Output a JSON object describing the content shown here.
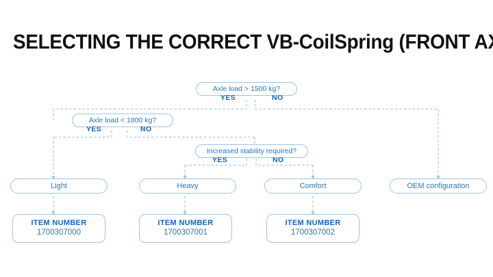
{
  "title": "SELECTING THE CORRECT VB-CoilSpring (FRONT AXLE)",
  "colors": {
    "border": "#9dc3e6",
    "text_blue": "#2e75b6",
    "label_blue": "#0a66c2",
    "title_black": "#111111",
    "background": "#ffffff"
  },
  "decisions": [
    {
      "id": "axle-load-1500",
      "question": "Axle load > 1500 kg?",
      "yes_label": "YES",
      "no_label": "NO"
    },
    {
      "id": "axle-load-1800",
      "question": "Axle load < 1800 kg?",
      "yes_label": "YES",
      "no_label": "NO"
    },
    {
      "id": "increased-stability",
      "question": "Increased stability required?",
      "yes_label": "YES",
      "no_label": "NO"
    }
  ],
  "results": [
    {
      "id": "light",
      "label": "Light"
    },
    {
      "id": "heavy",
      "label": "Heavy"
    },
    {
      "id": "comfort",
      "label": "Comfort"
    },
    {
      "id": "oem",
      "label": "OEM configuration"
    }
  ],
  "item_numbers": [
    {
      "id": "light",
      "label": "ITEM NUMBER",
      "value": "1700307000"
    },
    {
      "id": "heavy",
      "label": "ITEM NUMBER",
      "value": "1700307001"
    },
    {
      "id": "comfort",
      "label": "ITEM NUMBER",
      "value": "1700307002"
    }
  ]
}
